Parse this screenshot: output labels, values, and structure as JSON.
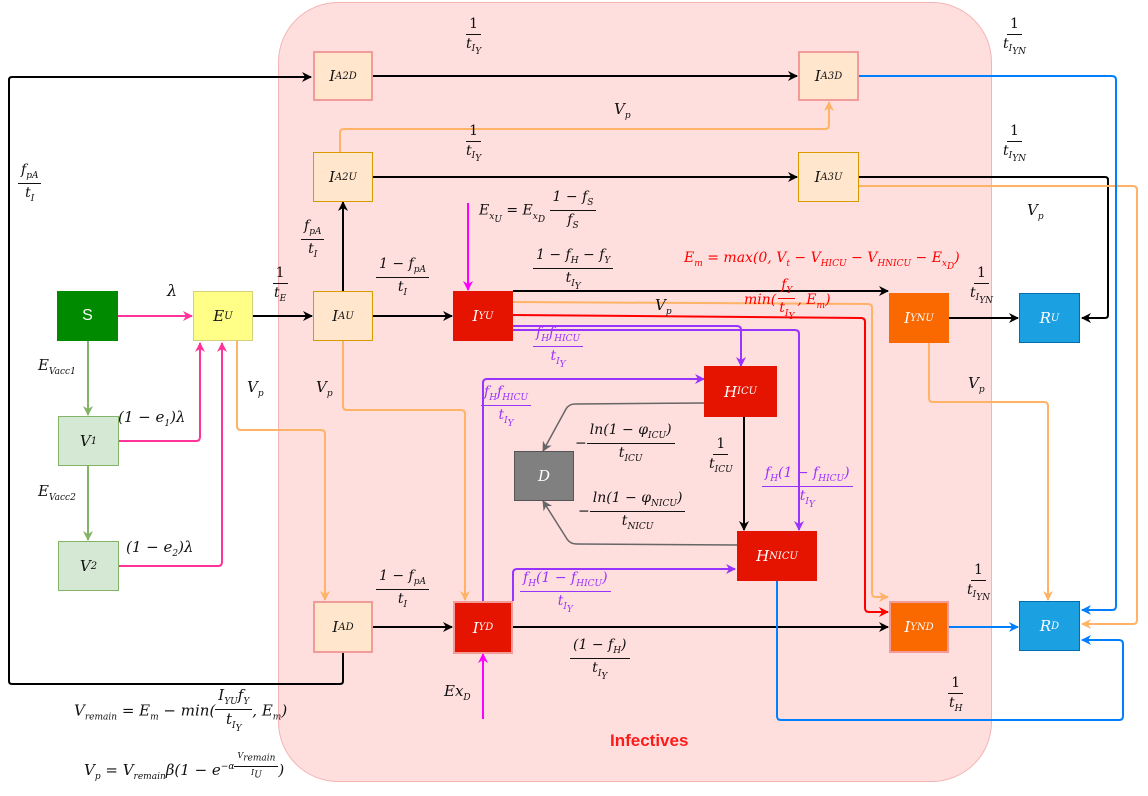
{
  "region": {
    "label": "Infectives"
  },
  "nodes": {
    "S": "S",
    "EU": {
      "base": "E",
      "sub": "U"
    },
    "V1": {
      "base": "V",
      "sub": "1"
    },
    "V2": {
      "base": "V",
      "sub": "2"
    },
    "IA2D": {
      "base": "I",
      "sub": "A2D"
    },
    "IA3D": {
      "base": "I",
      "sub": "A3D"
    },
    "IA2U": {
      "base": "I",
      "sub": "A2U"
    },
    "IA3U": {
      "base": "I",
      "sub": "A3U"
    },
    "IAU": {
      "base": "I",
      "sub": "AU"
    },
    "IYU": {
      "base": "I",
      "sub": "YU"
    },
    "IYNU": {
      "base": "I",
      "sub": "YNU"
    },
    "RU": {
      "base": "R",
      "sub": "U"
    },
    "HICU": {
      "base": "H",
      "sub": "ICU"
    },
    "D": "D",
    "HNICU": {
      "base": "H",
      "sub": "NICU"
    },
    "IAD": {
      "base": "I",
      "sub": "AD"
    },
    "IYD": {
      "base": "I",
      "sub": "YD"
    },
    "IYND": {
      "base": "I",
      "sub": "YND"
    },
    "RD": {
      "base": "R",
      "sub": "D"
    }
  },
  "labels": {
    "lambda": "λ",
    "Vp": "V",
    "Vp_sub": "p",
    "one": "1",
    "tIY": {
      "base": "t",
      "sub": "I",
      "subsub": "Y"
    },
    "tIYN": {
      "base": "t",
      "sub": "I",
      "subsub": "YN"
    },
    "tE": {
      "base": "t",
      "sub": "E"
    },
    "tI": {
      "base": "t",
      "sub": "I"
    },
    "tICU": {
      "base": "t",
      "sub": "ICU"
    },
    "tNICU": {
      "base": "t",
      "sub": "NICU"
    },
    "tH": {
      "base": "t",
      "sub": "H"
    },
    "fpA": {
      "base": "f",
      "sub": "pA"
    },
    "one_minus_fpA": "1 − f",
    "fpA_sub": "pA",
    "one_minus_fH_fY": "1 − f",
    "fH_sub": "H",
    "minus_f": " − f",
    "fY_sub": "Y",
    "one_minus_fH": "(1 − f",
    "close_paren": ")",
    "EVacc1": {
      "base": "E",
      "sub": "Vacc1"
    },
    "EVacc2": {
      "base": "E",
      "sub": "Vacc2"
    },
    "one_minus_e1": "(1 − e",
    "e1_sub": "1",
    "one_minus_e2": "(1 − e",
    "e2_sub": "2",
    "lambda_close": ")λ",
    "Exu_lhs": "E",
    "Exu_lhs_sub": "x",
    "Exu_lhs_subsub": "U",
    "equals": " = ",
    "ExD_base": "E",
    "ExD_sub": "x",
    "ExD_subsub": "D",
    "one_minus_fS": "1 − f",
    "fS_sub": "S",
    "fS": "f",
    "Em_eq": "E",
    "Em_sub": "m",
    "Em_rhs": " = max(0, V",
    "Vt_sub": "t",
    "minus_VHICU": " − V",
    "VHICU_sub": "HICU",
    "minus_VHNICU": " − V",
    "VHNICU_sub": "HNICU",
    "minus_ExD": " − E",
    "ExD2_sub": "x",
    "ExD2_subsub": "D",
    "close": ")",
    "min_open": "min(",
    "fY": "f",
    "comma_Em": ", E",
    "fH_fHICU": "f",
    "fHICU_sub": "HICU",
    "fH_paren": "f",
    "one_minus_fHICU_open": "(1 − f",
    "ln_phiICU": "ln(1 − φ",
    "phiICU_sub": "ICU",
    "ln_phiNICU": "ln(1 − φ",
    "phiNICU_sub": "NICU",
    "minus_sign": "−",
    "ExD_bottom": "Ex",
    "ExD_bottom_sub": "D",
    "Vremain": "V",
    "Vremain_sub": "remain",
    "Vremain_rhs1": " = E",
    "Vremain_rhs2": " − min(",
    "IYU_fY": "I",
    "IYU_sub": "YU",
    "Vp_formula_rhs": " = V",
    "Vp_formula_beta": "β(1 − e",
    "Vp_formula_exp": "−α",
    "IU": "I",
    "IU_sub": "U"
  },
  "colors": {
    "black": "#000000",
    "green_edge": "#82b366",
    "pink_edge": "#ff3399",
    "magenta_edge": "#ff00ff",
    "orange_edge": "#ffb366",
    "purple_edge": "#9933ff",
    "red_edge": "#ff0000",
    "blue_edge": "#007fff",
    "gray_edge": "#666666",
    "S_fill": "#008a00",
    "EU_fill": "#ffff88",
    "V_fill": "#d5e8d4",
    "IA_fill": "#ffe6cc",
    "IY_fill": "#e51400",
    "IYN_fill": "#fa6800",
    "R_fill": "#1ba1e2",
    "H_fill": "#e51400",
    "D_fill": "#808080"
  }
}
